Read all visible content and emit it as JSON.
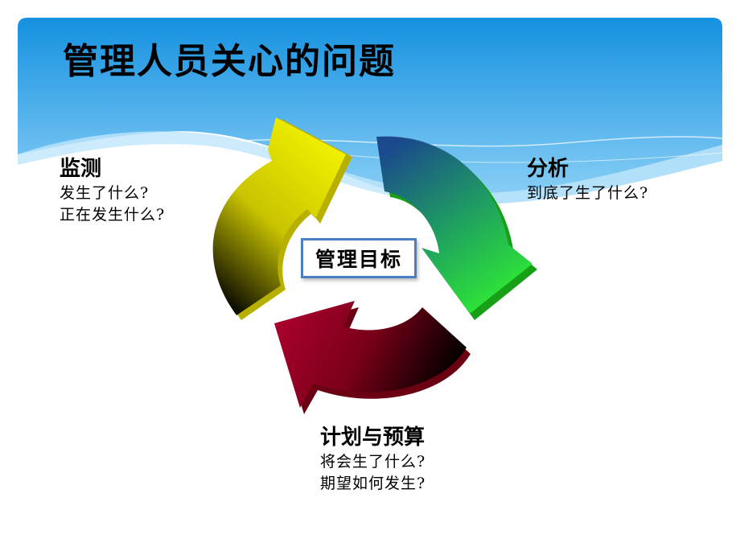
{
  "title": "管理人员关心的问题",
  "center_label": "管理目标",
  "stages": {
    "monitor": {
      "heading": "监测",
      "lines": [
        "发生了什么?",
        "正在发生什么?"
      ],
      "color_top": "#f0f000",
      "color_bottom": "#000000"
    },
    "analyze": {
      "heading": "分析",
      "lines": [
        "到底了生了什么?"
      ],
      "color_top": "#1a4f8a",
      "color_bottom": "#2ae82a"
    },
    "plan": {
      "heading": "计划与预算",
      "lines": [
        "将会生了什么?",
        "期望如何发生?"
      ],
      "color_top": "#a0002a",
      "color_bottom": "#000000"
    }
  },
  "colors": {
    "sky_top": "#1f95e0",
    "sky_bottom": "#8fd0f5",
    "center_border": "#4a7fc4"
  },
  "icons": [
    "cycle-arrow-yellow",
    "cycle-arrow-green",
    "cycle-arrow-red"
  ]
}
